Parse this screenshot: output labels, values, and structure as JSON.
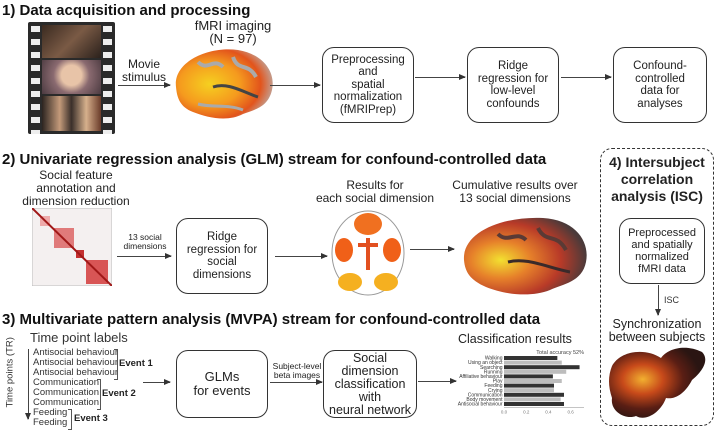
{
  "sections": {
    "s1": {
      "title": "1) Data acquisition and processing"
    },
    "s2": {
      "title": "2) Univariate regression analysis (GLM) stream for confound-controlled data"
    },
    "s3": {
      "title": "3) Multivariate pattern analysis (MVPA) stream for confound-controlled data"
    },
    "s4": {
      "title_lines": [
        "4) Intersubject",
        "correlation",
        "analysis (ISC)"
      ]
    }
  },
  "s1": {
    "movie_label": [
      "Movie",
      "stimulus"
    ],
    "fmri_label": [
      "fMRI imaging",
      "(N = 97)"
    ],
    "box_preprocessing": [
      "Preprocessing",
      "and",
      "spatial",
      "normalization",
      "(fMRIPrep)"
    ],
    "box_ridge": [
      "Ridge",
      "regression for",
      "low-level",
      "confounds"
    ],
    "box_confound": [
      "Confound-",
      "controlled",
      "data for",
      "analyses"
    ]
  },
  "s2": {
    "annotation_label": [
      "Social feature",
      "annotation and",
      "dimension reduction"
    ],
    "arrow_label": [
      "13 social",
      "dimensions"
    ],
    "box_ridge": [
      "Ridge",
      "regression for",
      "social",
      "dimensions"
    ],
    "results_label": [
      "Results for",
      "each social dimension"
    ],
    "cumulative_label": [
      "Cumulative results over",
      "13 social dimensions"
    ]
  },
  "s3": {
    "time_point_title": "Time point labels",
    "axis_label": "Time points (TR)",
    "time_points": [
      "Antisocial behaviour",
      "Antisocial behaviour",
      "Antisocial behaviour",
      "Communication",
      "Communication",
      "Communication",
      "Feeding",
      "Feeding"
    ],
    "events": [
      "Event 1",
      "Event 2",
      "Event 3"
    ],
    "box_glm": [
      "GLMs",
      "for events"
    ],
    "arrow_label": [
      "Subject-level",
      "beta images"
    ],
    "box_classification": [
      "Social dimension",
      "classification",
      "with",
      "neural network"
    ],
    "results_title": "Classification results"
  },
  "s4": {
    "box_preprocessed": [
      "Preprocessed",
      "and spatially",
      "normalized",
      "fMRI data"
    ],
    "arrow_label": "ISC",
    "sync_label": [
      "Synchronization",
      "between subjects"
    ]
  },
  "chart_data": {
    "type": "bar",
    "orientation": "horizontal",
    "title": "Total accuracy 52%",
    "categories": [
      "Walking",
      "Using an object",
      "Searching",
      "Running",
      "Affiliative behaviour",
      "Play",
      "Feeding",
      "Crying",
      "Communication",
      "Body movement",
      "Antisocial behaviour"
    ],
    "values": [
      0.48,
      0.52,
      0.68,
      0.56,
      0.44,
      0.52,
      0.45,
      0.45,
      0.54,
      0.51,
      0.54
    ],
    "xticks": [
      "0.0",
      "0.2",
      "0.4",
      "0.6"
    ],
    "xlim": [
      0,
      0.72
    ],
    "colors": [
      "#333333",
      "#bdbdbd"
    ]
  }
}
